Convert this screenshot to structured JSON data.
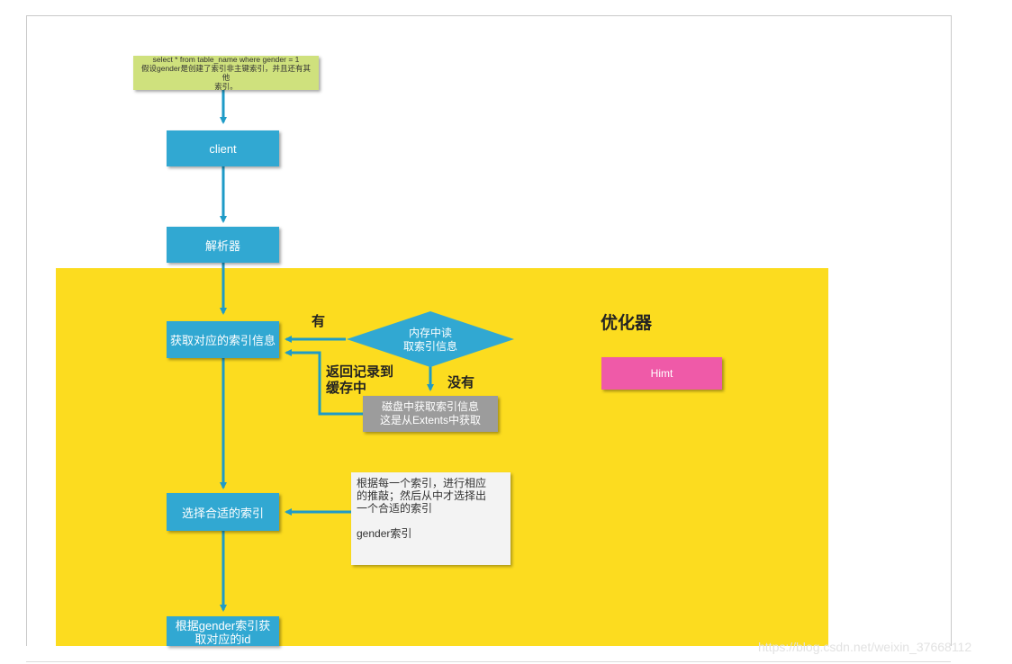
{
  "diagram": {
    "query_note": "select * from table_name where gender = 1\n假设gender是创建了索引非主键索引，并且还有其他\n索引。",
    "nodes": {
      "client": "client",
      "parser": "解析器",
      "get_index_info": "获取对应的索引信息",
      "memory_check": "内存中读\n取索引信息",
      "disk_read": "磁盘中获取索引信息\n这是从Extents中获取",
      "select_index": "选择合适的索引",
      "fetch_id": "根据gender索引获\n取对应的id",
      "hint": "Himt"
    },
    "optimizer_title": "优化器",
    "labels": {
      "yes": "有",
      "no": "没有",
      "cache_back": "返回记录到\n缓存中"
    },
    "note_card": "根据每一个索引，进行相应\n的推敲；然后从中才选择出\n一个合适的索引\n\ngender索引",
    "colors": {
      "process": "#31a8d2",
      "arrow": "#1e9bc7",
      "optimizer_zone": "#fcdc1f",
      "note": "#cfe17d",
      "hint": "#ef5aa8",
      "disk": "#9c9c9c"
    }
  },
  "watermark": "https://blog.csdn.net/weixin_37668112"
}
